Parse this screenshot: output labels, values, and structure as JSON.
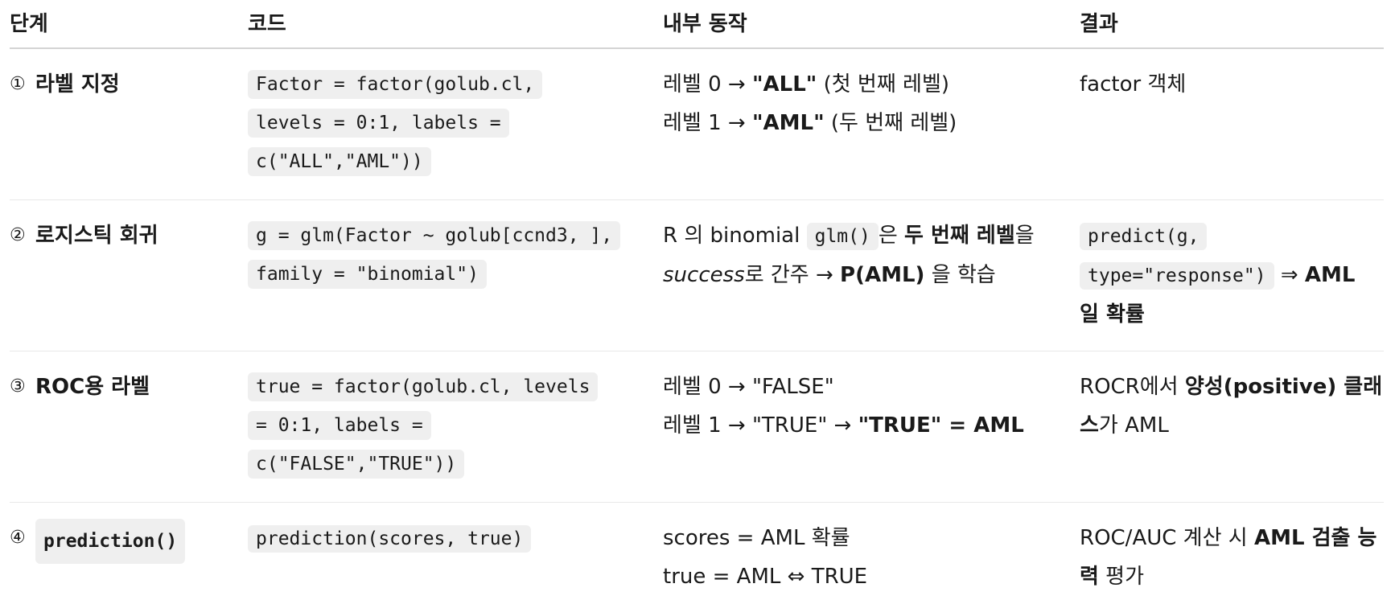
{
  "headers": {
    "step": "단계",
    "code": "코드",
    "internal": "내부 동작",
    "result": "결과"
  },
  "rows": [
    {
      "num": "①",
      "step": "라벨 지정",
      "code": "Factor = factor(golub.cl, levels = 0:1, labels = c(\"ALL\",\"AML\"))",
      "internal": {
        "l1_a": "레벨 0 → ",
        "l1_b": "\"ALL\"",
        "l1_c": " (첫 번째 레벨)",
        "l2_a": "레벨 1 → ",
        "l2_b": "\"AML\"",
        "l2_c": " (두 번째 레벨)"
      },
      "result": "factor 객체"
    },
    {
      "num": "②",
      "step": "로지스틱 회귀",
      "code": "g = glm(Factor ~ golub[ccnd3, ], family = \"binomial\")",
      "internal": {
        "a": "R 의 binomial ",
        "code": "glm()",
        "b": "은 ",
        "c": "두 번째 레벨",
        "d": "을 ",
        "e": "success",
        "f": "로 간주 → ",
        "g": "P(AML)",
        "h": " 을 학습"
      },
      "result": {
        "code": "predict(g, type=\"response\")",
        "a": " ⇒ ",
        "b": "AML 일 확률"
      }
    },
    {
      "num": "③",
      "step": "ROC용 라벨",
      "code": "true = factor(golub.cl, levels = 0:1, labels = c(\"FALSE\",\"TRUE\"))",
      "internal": {
        "l1": "레벨 0 → \"FALSE\"",
        "l2_a": "레벨 1 → \"TRUE\" → ",
        "l2_b": "\"TRUE\" = AML"
      },
      "result": {
        "a": "ROCR에서 ",
        "b": "양성(positive) 클래스",
        "c": "가 AML"
      }
    },
    {
      "num": "④",
      "step_code": "prediction()",
      "code": "prediction(scores, true)",
      "internal": {
        "l1": "scores = AML 확률",
        "l2": "true = AML ⇔ TRUE"
      },
      "result": {
        "a": "ROC/AUC 계산 시 ",
        "b": "AML 검출 능력",
        "c": " 평가"
      }
    }
  ]
}
